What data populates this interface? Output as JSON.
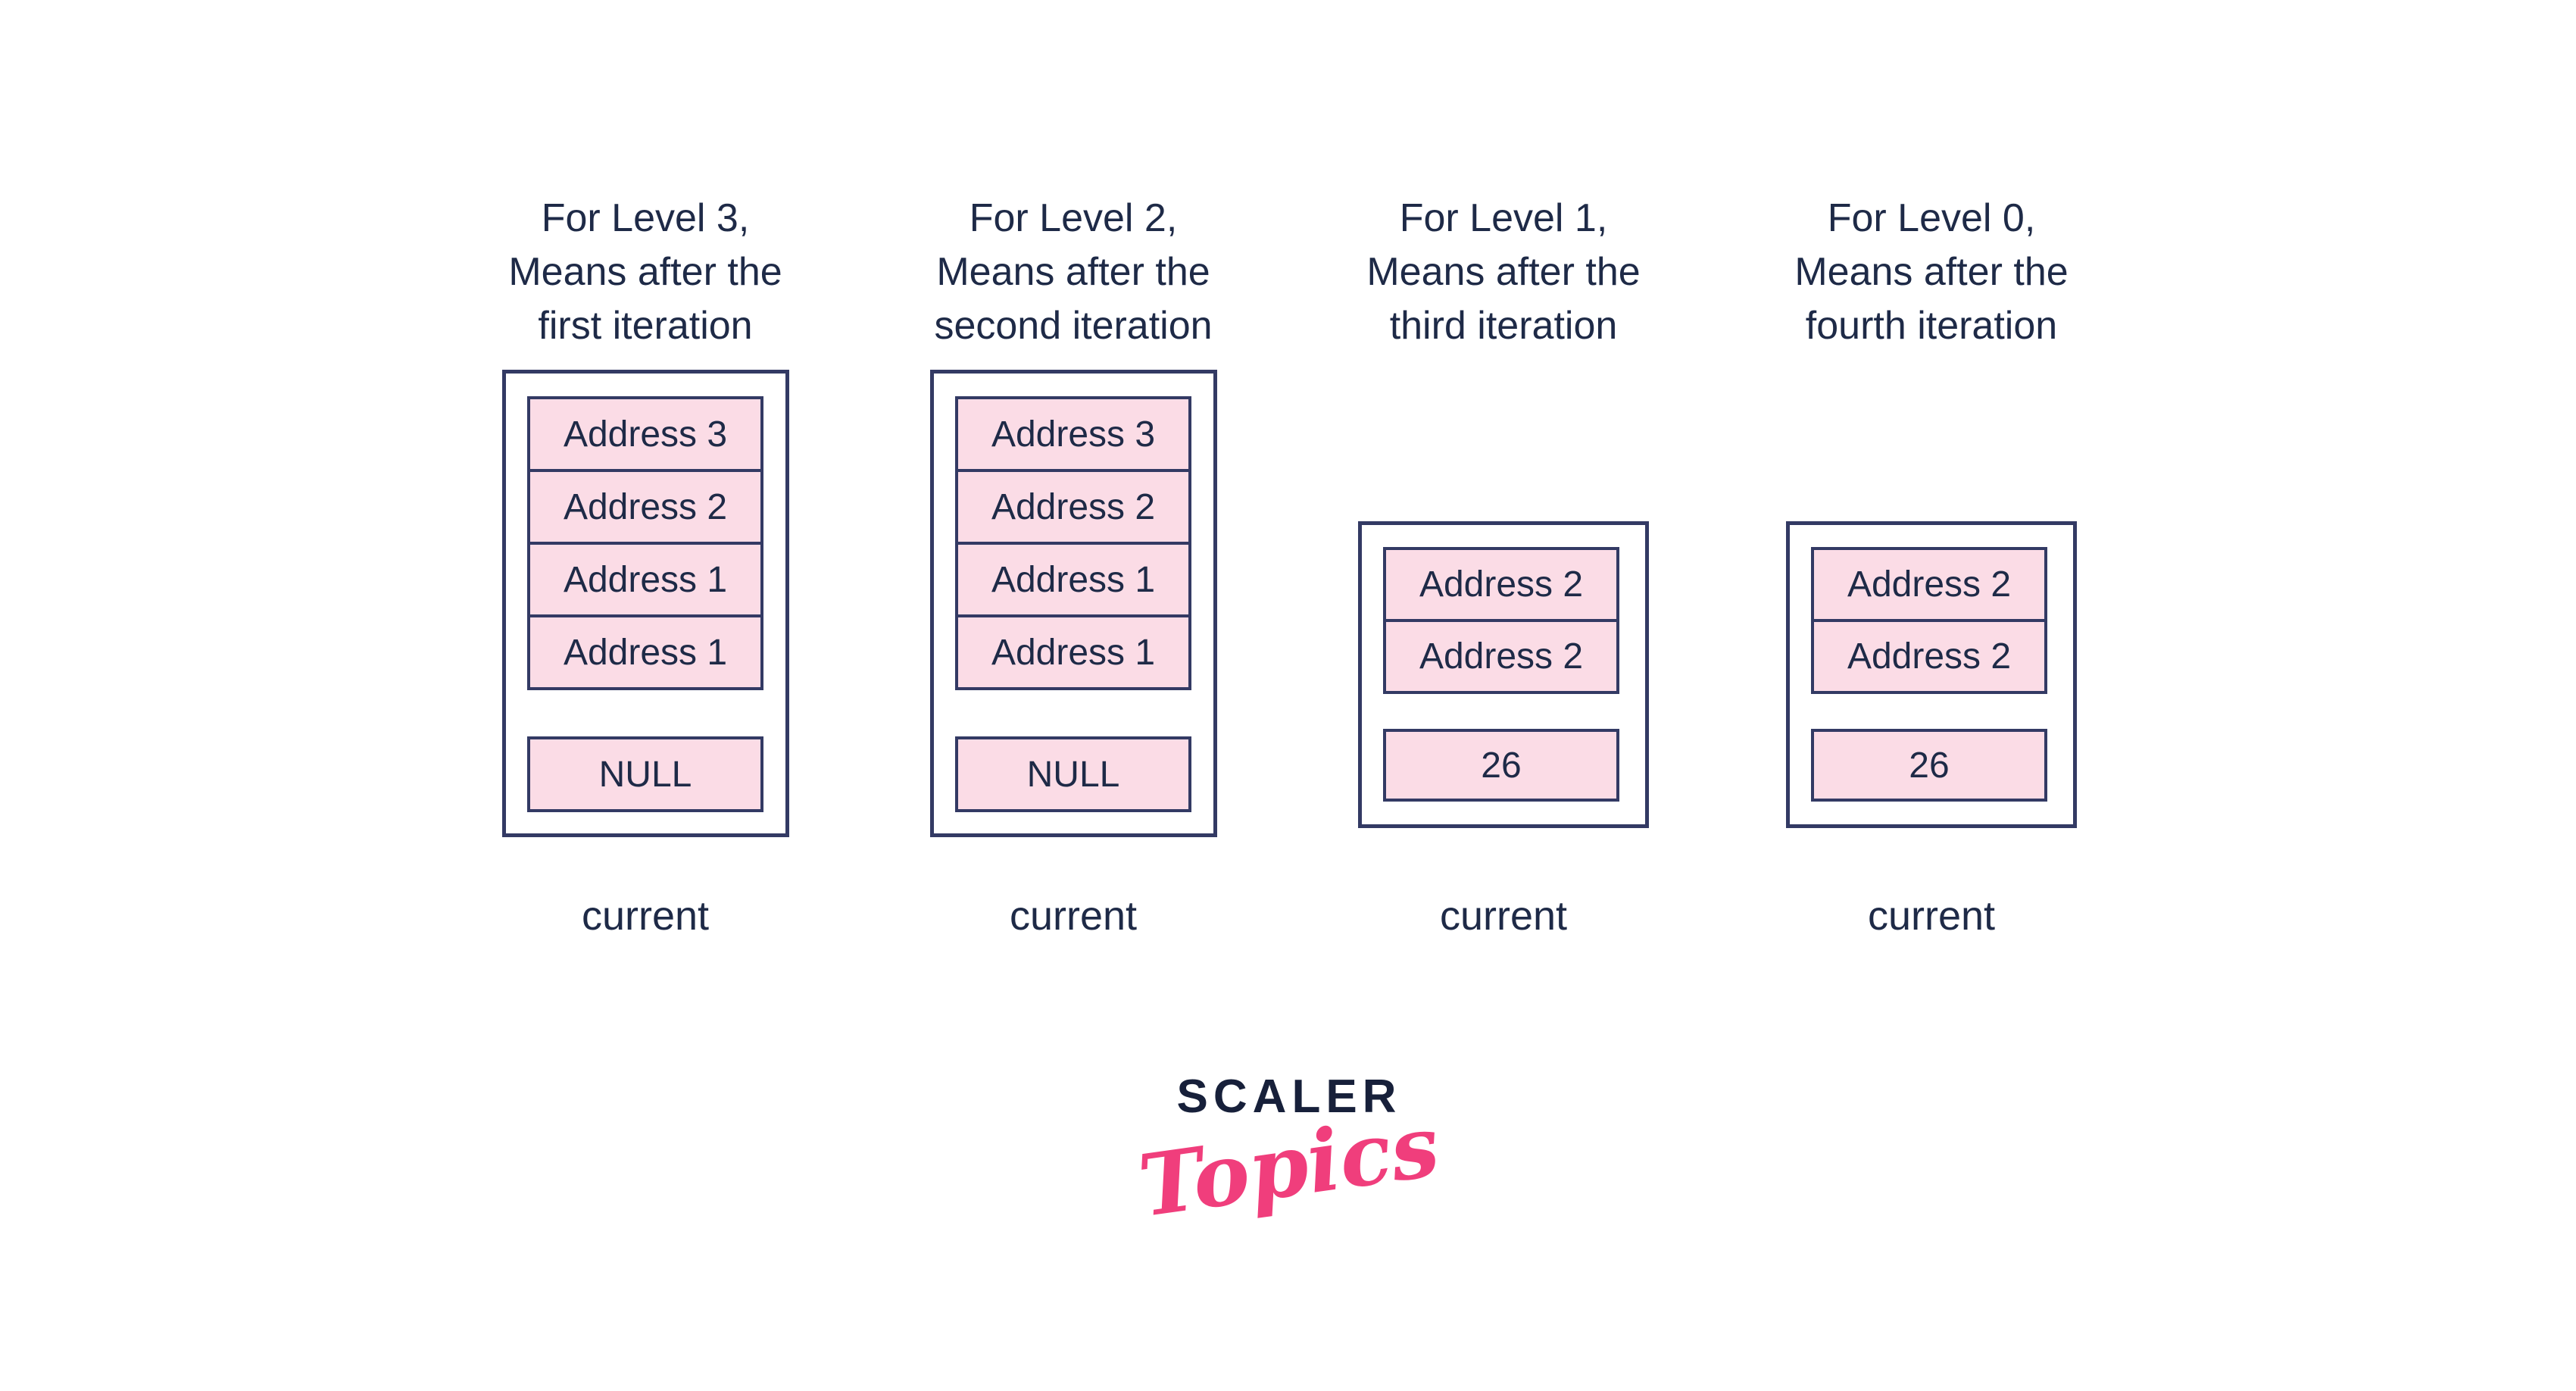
{
  "colors": {
    "outline": "#333a64",
    "cell_fill": "#fbdce6",
    "text": "#1e2a47",
    "logo_dark": "#17203a",
    "logo_pink": "#f03e7c",
    "bg": "#ffffff"
  },
  "columns": [
    {
      "caption": "For Level 3,\nMeans after the\nfirst iteration",
      "cells": [
        "Address 3",
        "Address 2",
        "Address 1",
        "Address 1"
      ],
      "tail_cell": "NULL",
      "pointer_label": "current"
    },
    {
      "caption": "For Level 2,\nMeans after the\nsecond iteration",
      "cells": [
        "Address 3",
        "Address 2",
        "Address 1",
        "Address 1"
      ],
      "tail_cell": "NULL",
      "pointer_label": "current"
    },
    {
      "caption": "For Level 1,\nMeans after the\nthird iteration",
      "cells": [
        "Address 2",
        "Address 2"
      ],
      "tail_cell": "26",
      "pointer_label": "current"
    },
    {
      "caption": "For Level 0,\nMeans after the\nfourth iteration",
      "cells": [
        "Address 2",
        "Address 2"
      ],
      "tail_cell": "26",
      "pointer_label": "current"
    }
  ],
  "logo": {
    "brand": "SCALER",
    "sub": "Topics"
  }
}
